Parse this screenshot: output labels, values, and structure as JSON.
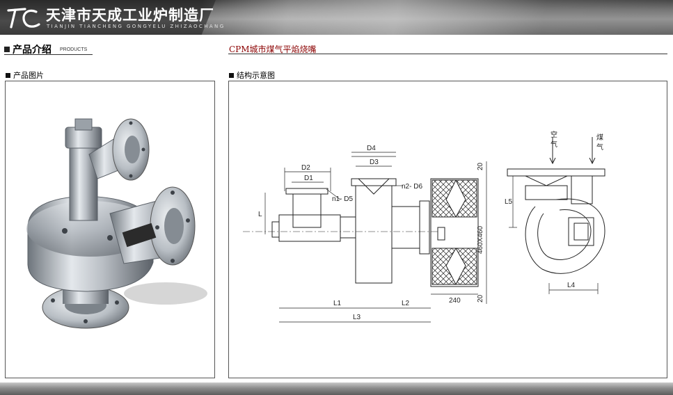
{
  "banner": {
    "logo_text": "TC",
    "company_name": "天津市天成工业炉制造厂",
    "company_pinyin": "TIANJIN TIANCHENG GONGYELU ZHIZAOCHANG"
  },
  "section": {
    "title": "产品介绍",
    "subtitle": "PRODUCTS"
  },
  "product": {
    "name": "CPM城市煤气平焰烧嘴"
  },
  "photo_panel": {
    "heading": "产品图片"
  },
  "diagram_panel": {
    "heading": "结构示意图",
    "labels": {
      "D1": "D1",
      "D2": "D2",
      "D3": "D3",
      "D4": "D4",
      "n1D5": "n1- D5",
      "n2D6": "n2- D6",
      "L": "L",
      "L1": "L1",
      "L2": "L2",
      "L3": "L3",
      "L4": "L4",
      "L5": "L5",
      "dim_240": "240",
      "dim_20_top": "20",
      "dim_20_bottom": "20",
      "dim_460": "460X460",
      "air_char1": "空",
      "air_char2": "气",
      "gas_char1": "煤",
      "gas_char2": "气"
    }
  },
  "colors": {
    "product_title": "#8b0000",
    "banner_dark": "#3b3b3b",
    "footer": "#8c8c8c"
  }
}
